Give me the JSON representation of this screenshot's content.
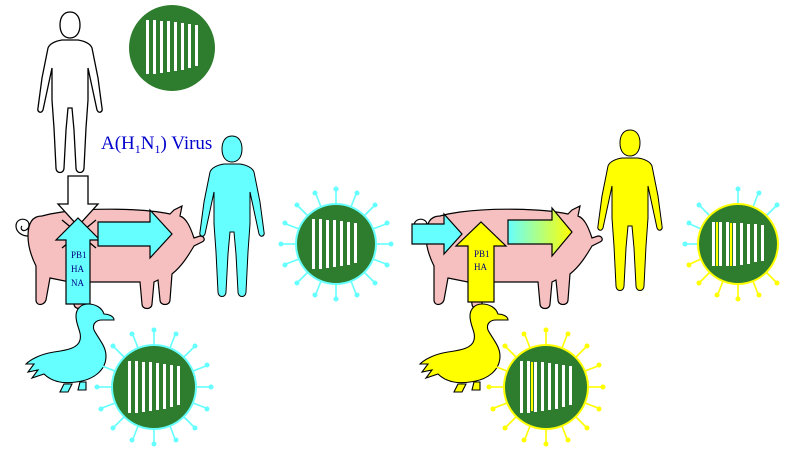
{
  "label_left": {
    "prefix": "A(H",
    "sub1": "1",
    "mid": "N",
    "sub2": "1",
    "suffix": ") Virus"
  },
  "arrow_left_genes": [
    "PB1",
    "HA",
    "NA"
  ],
  "arrow_right_genes": [
    "PB1",
    "HA"
  ],
  "colors": {
    "pig": "#f7c0c0",
    "cyan": "#66ffff",
    "yellow": "#ffff00",
    "virus_core": "#2e7d2e",
    "label_text": "#0000cc",
    "gene_text": "#000080"
  },
  "icons": {
    "human": "human-silhouette",
    "pig": "pig-silhouette",
    "duck": "duck-silhouette",
    "virus": "virus-particle"
  }
}
